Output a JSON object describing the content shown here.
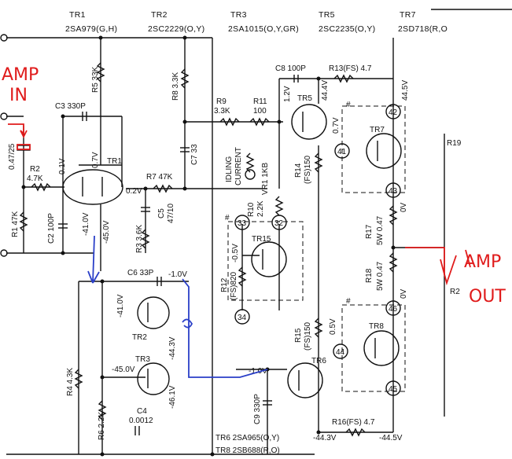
{
  "header": [
    {
      "id": "TR1",
      "part": "2SA979(G,H)"
    },
    {
      "id": "TR2",
      "part": "2SC2229(O,Y)"
    },
    {
      "id": "TR3",
      "part": "2SA1015(O,Y,GR)"
    },
    {
      "id": "TR5",
      "part": "2SC2235(O,Y)"
    },
    {
      "id": "TR7",
      "part": "2SD718(R,O"
    }
  ],
  "footer": {
    "line1": "TR6  2SA965(O,Y)",
    "line2": "TR8  2SB688(R,O)"
  },
  "annotations": {
    "amp_in_1": "AMP",
    "amp_in_2": "IN",
    "amp_out_1": "AMP",
    "amp_out_2": "OUT"
  },
  "components": {
    "R5": "R5 33K",
    "R8": "R8 3.3K",
    "C8": "C8 100P",
    "R13": "R13(FS) 4.7",
    "C3": "C3  330P",
    "R9": "R9",
    "R9v": "3.3K",
    "R11": "R11",
    "R11v": "100",
    "C7": "C7 33",
    "R2": "R2",
    "R2v": "4.7K",
    "C1v": "0.47/25",
    "R7": "R7 47K",
    "R1": "R1 47K",
    "C2": "C2 100P",
    "R3": "R3 3.6K",
    "C5": "C5",
    "C5v": "47/10",
    "C6": "C6 33P",
    "R4": "R4  4.3K",
    "R6": "R6 2.2K",
    "C4": "C4",
    "C4v": "0.0012",
    "R10": "R10",
    "R10v": "2.2K",
    "VR1": "VR1 1KB",
    "idle1": "IDLING",
    "idle2": "CURRENT",
    "R14": "R14",
    "R14v": "(FS)150",
    "R12": "R12",
    "R12v": "(FS)820",
    "R15": "R15",
    "R15v": "(FS)150",
    "C9": "C9 330P",
    "R16": "R16(FS) 4.7",
    "R17": "R17",
    "R17v": "5W 0.47",
    "R18": "R18",
    "R18v": "5W 0.47",
    "R19": "R19",
    "R20": "R2"
  },
  "transistors": {
    "TR1": "TR1",
    "TR2": "TR2",
    "TR3": "TR3",
    "TR5": "TR5",
    "TR6": "TR6",
    "TR7": "TR7",
    "TR8": "TR8",
    "TR15": "TR15"
  },
  "nodes": [
    "33",
    "32",
    "34",
    "41",
    "42",
    "43",
    "44",
    "45",
    "46"
  ],
  "voltages": {
    "v_0_1": "0.1V",
    "v_0_7a": "0.7V",
    "v_0_2": "0.2V",
    "v_41": "-41.0V",
    "v_45": "-45.0V",
    "v_1_0a": "-1.0V",
    "v_41b": "-41.0V",
    "v_44_3": "-44.3V",
    "v_45b": "-45.0V",
    "v_46_1": "-46.1V",
    "v_1_2": "1.2V",
    "v_44_4": "44.4V",
    "v_44_5": "44.5V",
    "v_0_7b": "0.7V",
    "v_0va": "0V",
    "v_0_5a": "-0.5V",
    "v_0_5b": "0.5V",
    "v_0vb": "0V",
    "v_1_0b": "-1.0V",
    "v_44_3b": "-44.3V",
    "v_44_5b": "-44.5V",
    "hash1": "#",
    "hash2": "#",
    "hash3": "#"
  }
}
